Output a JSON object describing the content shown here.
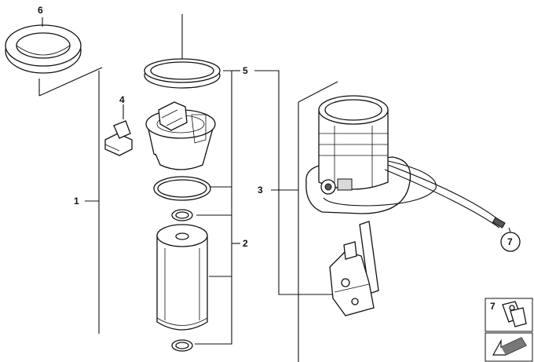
{
  "diagram": {
    "callouts": {
      "c1": "1",
      "c2": "2",
      "c3": "3",
      "c4": "4",
      "c5": "5",
      "c6": "6",
      "c7_circle": "7",
      "c7_box": "7"
    },
    "icons": {
      "direction_arrow": "arrow-down-left-icon",
      "clip": "clip-icon"
    }
  }
}
